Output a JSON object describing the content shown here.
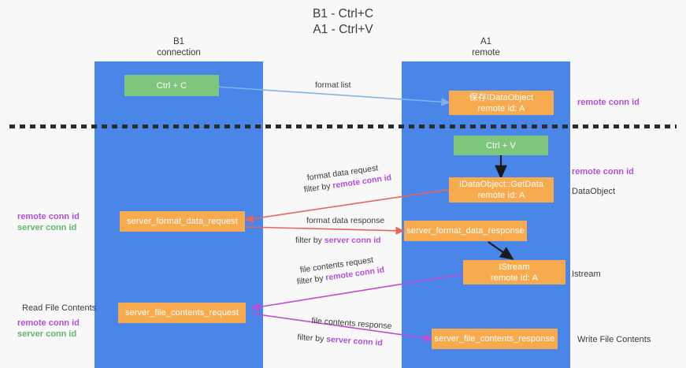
{
  "title": {
    "line1": "B1 - Ctrl+C",
    "line2": "A1 - Ctrl+V"
  },
  "lanes": [
    {
      "name": "b1",
      "title": "B1",
      "subtitle": "connection",
      "color": "#4a86e8"
    },
    {
      "name": "a1",
      "title": "A1",
      "subtitle": "remote",
      "color": "#4a86e8"
    }
  ],
  "boxes": {
    "ctrl_c": {
      "line1": "Ctrl + C",
      "color": "#7ec57e"
    },
    "ctrl_v": {
      "line1": "Ctrl + V",
      "color": "#7ec57e"
    },
    "data_object_store": {
      "line1": "保存IDataObject",
      "line2": "remote id: A",
      "color": "#f8ab4e"
    },
    "get_data": {
      "line1": "IDataObject::GetData",
      "line2": "remote id: A",
      "color": "#f8ab4e"
    },
    "format_data_request": {
      "line1": "server_format_data_request",
      "color": "#f8ab4e"
    },
    "format_data_response": {
      "line1": "server_format_data_response",
      "color": "#f8ab4e"
    },
    "istream": {
      "line1": "IStream",
      "line2": "remote id: A",
      "color": "#f8ab4e"
    },
    "file_contents_request": {
      "line1": "server_file_contents_request",
      "color": "#f8ab4e"
    },
    "file_contents_response": {
      "line1": "server_file_contents_response",
      "color": "#f8ab4e"
    }
  },
  "mid_labels": {
    "format_list": "format list",
    "format_data_request": "format data request",
    "format_data_request_filter_prefix": "filter by ",
    "format_data_request_filter_key": "remote conn id",
    "format_data_response": "format data response",
    "format_data_response_filter_prefix": "filter by ",
    "format_data_response_filter_key": "server conn id",
    "file_contents_request": "file contents request",
    "file_contents_request_filter_prefix": "filter by ",
    "file_contents_request_filter_key": "remote conn id",
    "file_contents_response": "file contents response",
    "file_contents_response_filter_prefix": "filter by ",
    "file_contents_response_filter_key": "server conn id"
  },
  "right_labels": {
    "remote_conn_id_top": "remote conn id",
    "remote_conn_id_getdata": "remote conn id",
    "data_object": "DataObject",
    "istream": "Istream",
    "write_file_contents": "Write File Contents"
  },
  "left_labels": {
    "remote_conn_id_format": "remote conn id",
    "server_conn_id_format": "server conn id",
    "read_file_contents": "Read File Contents",
    "remote_conn_id_file": "remote conn id",
    "server_conn_id_file": "server conn id"
  },
  "colors": {
    "lane": "#4a86e8",
    "green_box": "#7ec57e",
    "orange_box": "#f8ab4e",
    "purple": "#b14fd8",
    "green_text": "#5fb96a",
    "arrow_blue": "#7fb3e8",
    "arrow_red": "#e8645c",
    "arrow_magenta": "#c44ad0",
    "arrow_black": "#1a1a1a",
    "dashed": "#2b2b2b",
    "background": "#f8f8f8"
  }
}
